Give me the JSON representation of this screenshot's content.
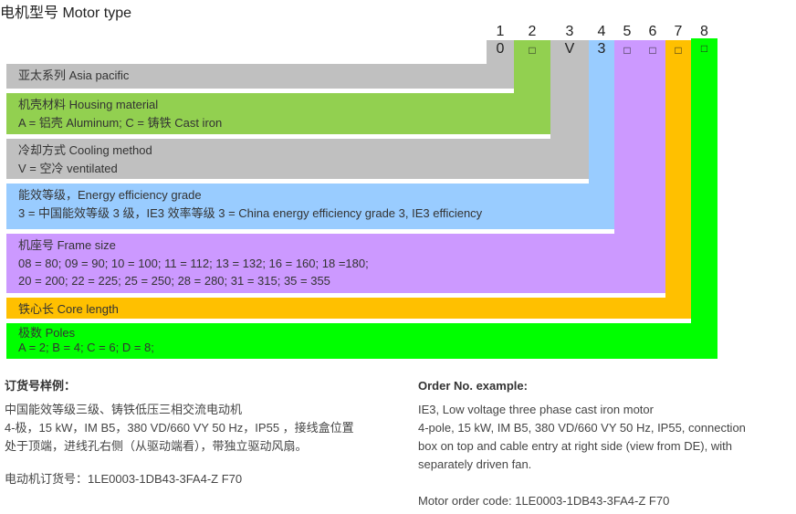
{
  "header": {
    "title": "电机型号 Motor type"
  },
  "colors": {
    "gray": "#c0c0c0",
    "green": "#92d050",
    "blue": "#99ccff",
    "purple": "#cc99ff",
    "orange": "#ffc000",
    "bright_green": "#00ff00"
  },
  "columns": [
    {
      "number": "1",
      "code": "0",
      "color": "#c0c0c0"
    },
    {
      "number": "2",
      "code": "□",
      "color": "#92d050"
    },
    {
      "number": "3",
      "code": "V",
      "color": "#c0c0c0"
    },
    {
      "number": "4",
      "code": "3",
      "color": "#99ccff"
    },
    {
      "number": "5",
      "code": "□",
      "color": "#cc99ff"
    },
    {
      "number": "6",
      "code": "□",
      "color": "#cc99ff"
    },
    {
      "number": "7",
      "code": "□",
      "color": "#ffc000"
    },
    {
      "number": "8",
      "code": "□",
      "color": "#00ff00"
    }
  ],
  "rows": [
    {
      "title": "亚太系列   Asia pacific",
      "lines": [],
      "color": "#c0c0c0"
    },
    {
      "title": "机壳材料   Housing material",
      "lines": [
        "A = 铝壳  Aluminum; C = 铸铁 Cast iron"
      ],
      "color": "#92d050"
    },
    {
      "title": "冷却方式   Cooling method",
      "lines": [
        "V = 空冷    ventilated"
      ],
      "color": "#c0c0c0"
    },
    {
      "title": "能效等级，Energy efficiency grade",
      "lines": [
        "3 = 中国能效等级 3 级，IE3  效率等级  3 = China energy efficiency grade 3, IE3 efficiency"
      ],
      "color": "#99ccff"
    },
    {
      "title": "机座号  Frame size",
      "lines": [
        "08 = 80; 09 = 90; 10 = 100; 11 = 112; 13 = 132; 16 = 160; 18 =180;",
        "20 = 200; 22 = 225; 25 = 250; 28 = 280; 31 = 315; 35 = 355"
      ],
      "color": "#cc99ff"
    },
    {
      "title": "铁心长  Core length",
      "lines": [],
      "color": "#ffc000"
    },
    {
      "title": "极数  Poles",
      "lines": [
        "A = 2; B = 4; C = 6; D = 8;"
      ],
      "color": "#00ff00"
    }
  ],
  "example_cn": {
    "heading": "订货号样例：",
    "lines": [
      "中国能效等级三级、铸铁低压三相交流电动机",
      "4-极，15 kW，IM B5，380 VD/660 VY 50 Hz，IP55 ，接线盒位置",
      "处于顶端，进线孔右侧（从驱动端看），带独立驱动风扇。"
    ],
    "order_code": "电动机订货号：1LE0003-1DB43-3FA4-Z F70"
  },
  "example_en": {
    "heading": "Order No. example:",
    "lines": [
      "IE3, Low voltage three phase cast iron motor",
      "4-pole, 15 kW, IM B5, 380 VD/660 VY 50 Hz, IP55, connection",
      "box on top and cable entry at right side (view from DE), with",
      "separately driven fan."
    ],
    "order_code": "Motor order code: 1LE0003-1DB43-3FA4-Z F70"
  }
}
